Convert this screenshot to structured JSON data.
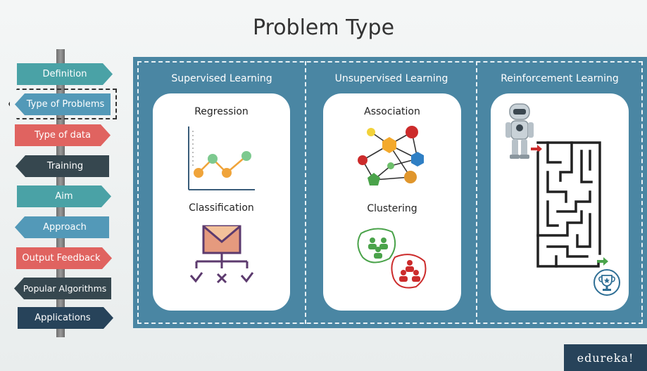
{
  "title": "Problem Type",
  "signpost": [
    {
      "label": "Definition",
      "color": "#4aa2a6",
      "dir": "right"
    },
    {
      "label": "Type of Problems",
      "color": "#5399b8",
      "dir": "left",
      "selected": true
    },
    {
      "label": "Type of data",
      "color": "#e06360",
      "dir": "right"
    },
    {
      "label": "Training",
      "color": "#36474f",
      "dir": "left"
    },
    {
      "label": "Aim",
      "color": "#4aa2a6",
      "dir": "right"
    },
    {
      "label": "Approach",
      "color": "#5399b8",
      "dir": "left"
    },
    {
      "label": "Output Feedback",
      "color": "#e06360",
      "dir": "right"
    },
    {
      "label": "Popular Algorithms",
      "color": "#36474f",
      "dir": "left"
    },
    {
      "label": "Applications",
      "color": "#27435a",
      "dir": "right"
    }
  ],
  "columns": [
    {
      "heading": "Supervised Learning",
      "items": [
        "Regression",
        "Classification"
      ]
    },
    {
      "heading": "Unsupervised Learning",
      "items": [
        "Association",
        "Clustering"
      ]
    },
    {
      "heading": "Reinforcement Learning",
      "items": []
    }
  ],
  "brand": "edureka!",
  "colors": {
    "panel": "#4a86a3",
    "accent_orange": "#f0a43a",
    "accent_green": "#6dbf6b",
    "accent_red": "#cc2b2b"
  }
}
